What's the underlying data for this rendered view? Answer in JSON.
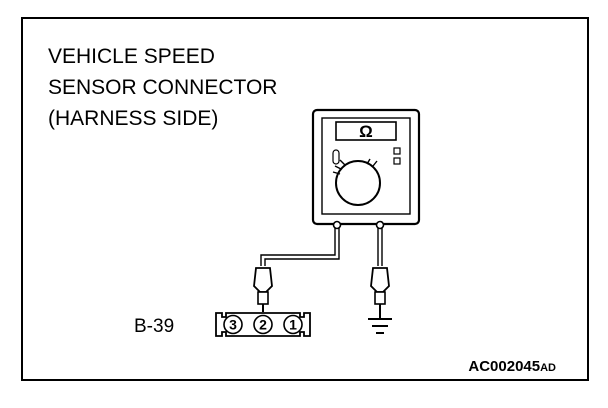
{
  "title_lines": [
    "VEHICLE SPEED",
    "SENSOR CONNECTOR",
    "(HARNESS SIDE)"
  ],
  "connector": {
    "label": "B-39",
    "pins": [
      "3",
      "2",
      "1"
    ]
  },
  "meter": {
    "symbol": "Ω"
  },
  "figure_code": {
    "main": "AC002045",
    "suffix": "AD"
  }
}
